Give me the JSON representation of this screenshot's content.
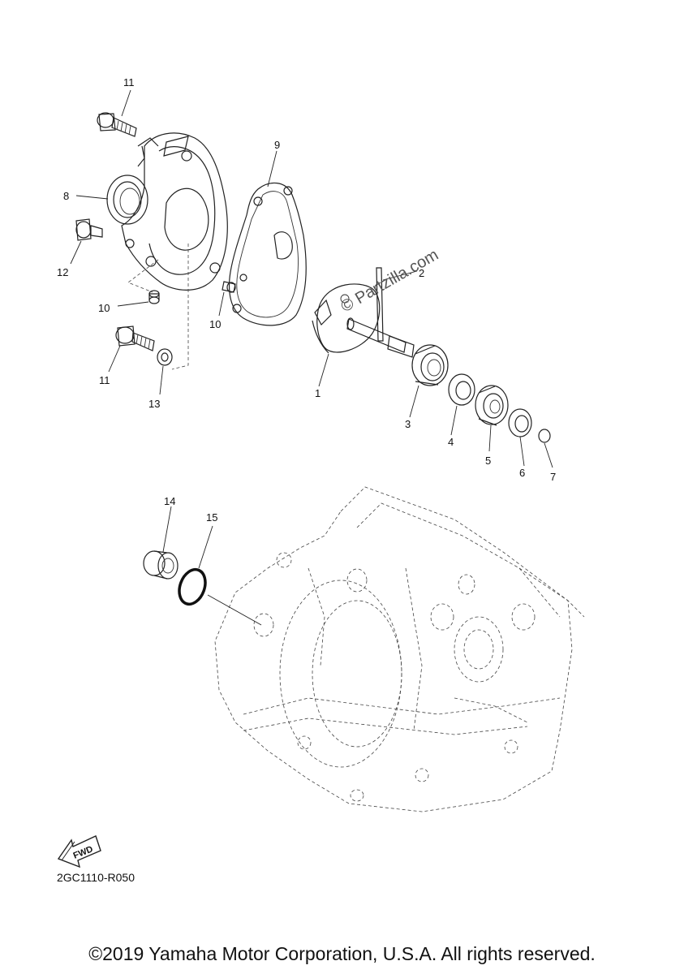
{
  "callouts": [
    {
      "id": "11a",
      "label": "11"
    },
    {
      "id": "9",
      "label": "9"
    },
    {
      "id": "8",
      "label": "8"
    },
    {
      "id": "12",
      "label": "12"
    },
    {
      "id": "2",
      "label": "2"
    },
    {
      "id": "10a",
      "label": "10"
    },
    {
      "id": "10b",
      "label": "10"
    },
    {
      "id": "11b",
      "label": "11"
    },
    {
      "id": "13",
      "label": "13"
    },
    {
      "id": "1",
      "label": "1"
    },
    {
      "id": "3",
      "label": "3"
    },
    {
      "id": "4",
      "label": "4"
    },
    {
      "id": "5",
      "label": "5"
    },
    {
      "id": "6",
      "label": "6"
    },
    {
      "id": "7",
      "label": "7"
    },
    {
      "id": "14",
      "label": "14"
    },
    {
      "id": "15",
      "label": "15"
    }
  ],
  "watermark": "© Partzilla.com",
  "fwd_badge": "FWD",
  "diagram_code": "2GC1110-R050",
  "copyright": "©2019 Yamaha Motor Corporation, U.S.A. All rights reserved."
}
